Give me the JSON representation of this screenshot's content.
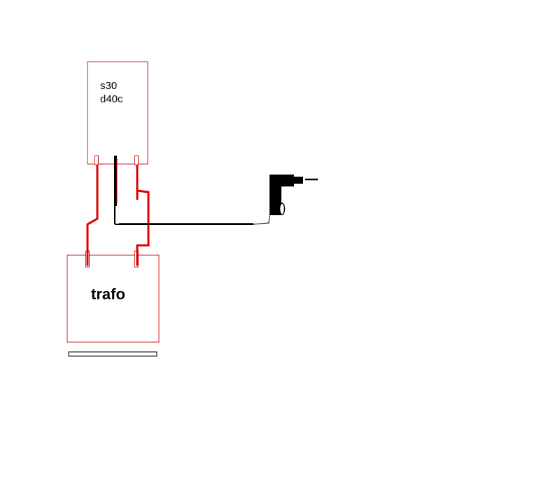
{
  "diagram": {
    "rectifier": {
      "line1": "s30",
      "line2": "d40c"
    },
    "transformer": {
      "label": "trafo"
    }
  },
  "colors": {
    "wire_red": "#e00000",
    "outline_red": "#d02020",
    "wire_black": "#000000",
    "background": "#ffffff"
  },
  "icons": {
    "dc_plug": "dc-plug-icon"
  }
}
